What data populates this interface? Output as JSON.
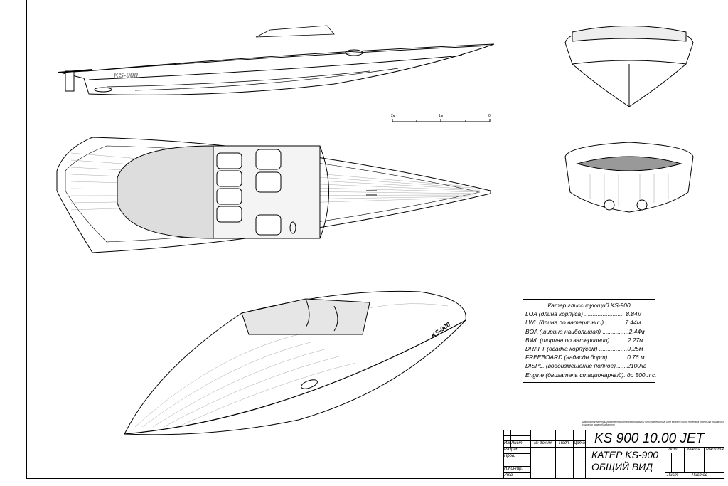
{
  "scale_bar": {
    "labels": [
      "2м",
      "1м",
      "0"
    ]
  },
  "side_view": {
    "hull_name": "KS-900"
  },
  "perspective_view": {
    "hull_name": "KS-900"
  },
  "specs": {
    "title": "Катер глиссирующий KS-900",
    "rows": [
      "LOA (длина корпуса) ........................ 8.84м",
      "LWL (длина по ватерлинии)............ 7.44м",
      "BOA (ширина наибольшая) ................2.44м",
      "BWL (ширина по ватерлинии) ..........2.27м",
      "DRAFT (осадка корпусом) .................0,25м",
      "FREEBOARD (надводн.борт) ...........0,76 м",
      "DISPL. (водоизмешение полное).......2100кг",
      "Engine (двигатель стационарный)..до 500 л.с."
    ]
  },
  "title_block": {
    "note": "Данная документация является интеллектуальной собственностью и не может быть передана третьим лицам без согласия правообладателя",
    "doc_code": "KS 900 10.00 JET",
    "name_line1": "КАТЕР KS-900",
    "name_line2": "ОБЩИЙ ВИД",
    "headers": {
      "izm": "Изм.",
      "list": "Лист",
      "doc": "№ докум.",
      "sign": "Подп.",
      "date": "Дата"
    },
    "roles": [
      "Разраб.",
      "Пров.",
      "",
      "Н.Контр.",
      "Утв."
    ],
    "lit": "Лит.",
    "mass": "Масса",
    "scale": "Масштаб",
    "sheet": "Лист",
    "sheets": "Листов"
  }
}
